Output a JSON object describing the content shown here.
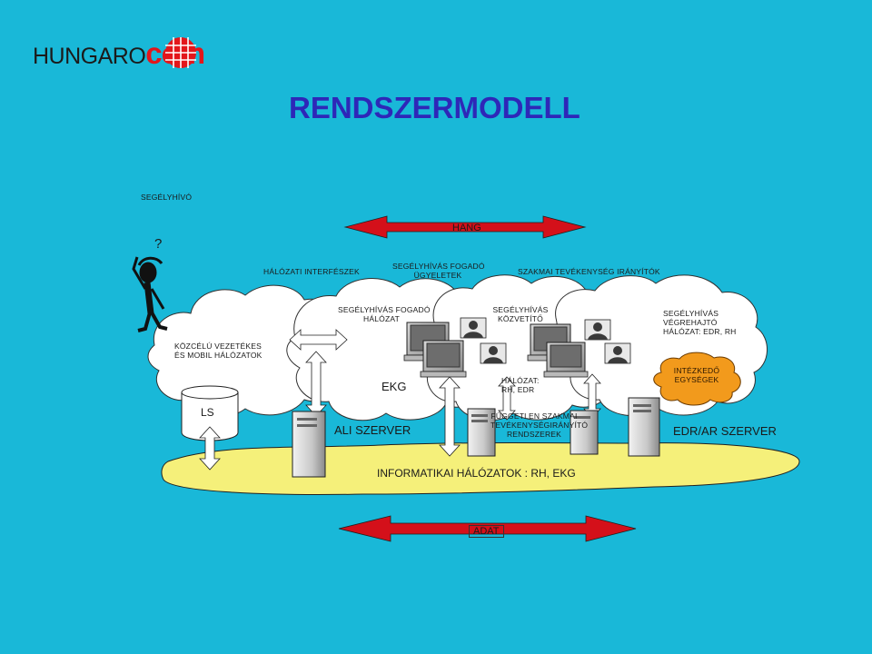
{
  "logo": {
    "hungaro": "HUNGARO",
    "com": "com"
  },
  "title": "RENDSZERMODELL",
  "caller_label": "SEGÉLYHÍVÓ",
  "hang_label": "HANG",
  "adat_label": "ADAT",
  "question_mark": "?",
  "top_labels": {
    "network_interfaces": "HÁLÓZATI INTERFÉSZEK",
    "call_receiving_duty_line1": "SEGÉLYHÍVÁS FOGADÓ",
    "call_receiving_duty_line2": "ÜGYELETEK",
    "professional_controllers": "SZAKMAI TEVÉKENYSÉG IRÁNYÍTÓK"
  },
  "clouds": {
    "local_line1": "KÖZCÉLÚ VEZETÉKES",
    "local_line2": "ÉS MOBIL HÁLÓZATOK",
    "receiving_line1": "SEGÉLYHÍVÁS FOGADÓ",
    "receiving_line2": "HÁLÓZAT",
    "ekg": "EKG",
    "mediator_line1": "SEGÉLYHÍVÁS",
    "mediator_line2": "KÖZVETÍTŐ",
    "network_line1": "HÁLÓZAT:",
    "network_line2": "RH, EDR",
    "executor_line1": "SEGÉLYHÍVÁS",
    "executor_line2": "VÉGREHAJTÓ",
    "executor_line3": "HÁLÓZAT:  EDR, RH"
  },
  "units_line1": "INTÉZKEDŐ",
  "units_line2": "EGYSÉGEK",
  "ls_label": "LS",
  "ali_server": "ALI SZERVER",
  "independent_line1": "FÜGGETLEN SZAKMAI",
  "independent_line2": "TEVÉKENYSÉGIRÁNYÍTÓ",
  "independent_line3": "RENDSZEREK",
  "edr_server": "EDR/AR SZERVER",
  "info_networks": "INFORMATIKAI HÁLÓZATOK : RH, EKG",
  "colors": {
    "background": "#19b8d8",
    "title": "#2e27b8",
    "arrow_red": "#d4101a",
    "cloud": "#ffffff",
    "yellow_band": "#f5f07a",
    "units_cloud": "#f29a1c"
  }
}
